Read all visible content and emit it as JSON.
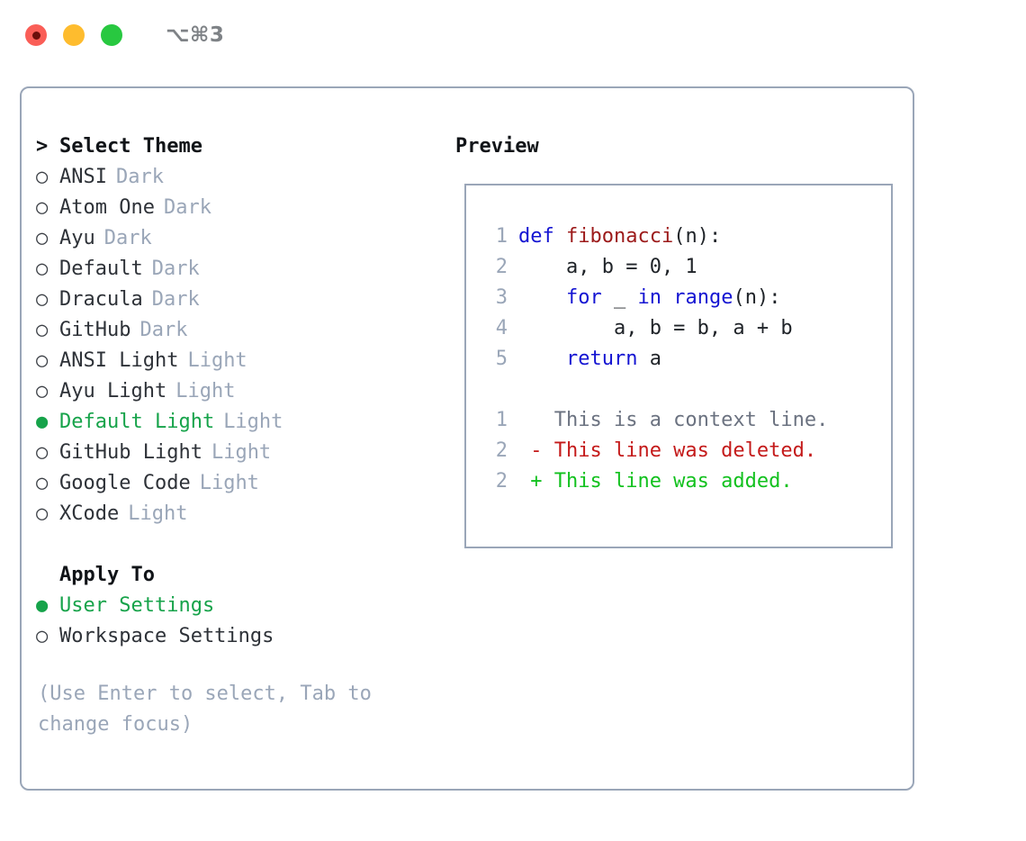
{
  "window": {
    "title": "⌥⌘3",
    "lights": [
      "close",
      "minimize",
      "zoom"
    ]
  },
  "left": {
    "heading": {
      "marker": ">",
      "label": "Select Theme"
    },
    "themes": [
      {
        "marker": "○",
        "label": "ANSI",
        "badge": "Dark",
        "selected": false
      },
      {
        "marker": "○",
        "label": "Atom One",
        "badge": "Dark",
        "selected": false
      },
      {
        "marker": "○",
        "label": "Ayu",
        "badge": "Dark",
        "selected": false
      },
      {
        "marker": "○",
        "label": "Default",
        "badge": "Dark",
        "selected": false
      },
      {
        "marker": "○",
        "label": "Dracula",
        "badge": "Dark",
        "selected": false
      },
      {
        "marker": "○",
        "label": "GitHub",
        "badge": "Dark",
        "selected": false
      },
      {
        "marker": "○",
        "label": "ANSI Light",
        "badge": "Light",
        "selected": false
      },
      {
        "marker": "○",
        "label": "Ayu Light",
        "badge": "Light",
        "selected": false
      },
      {
        "marker": "●",
        "label": "Default Light",
        "badge": "Light",
        "selected": true
      },
      {
        "marker": "○",
        "label": "GitHub Light",
        "badge": "Light",
        "selected": false
      },
      {
        "marker": "○",
        "label": "Google Code",
        "badge": "Light",
        "selected": false
      },
      {
        "marker": "○",
        "label": "XCode",
        "badge": "Light",
        "selected": false
      }
    ],
    "apply_to": {
      "heading": "Apply To",
      "options": [
        {
          "marker": "●",
          "label": "User Settings",
          "selected": true
        },
        {
          "marker": "○",
          "label": "Workspace Settings",
          "selected": false
        }
      ]
    },
    "hint": "(Use Enter to select, Tab to change focus)"
  },
  "preview": {
    "title": "Preview",
    "code_lines": [
      {
        "num": "1",
        "tokens": [
          {
            "t": "def ",
            "c": "kw"
          },
          {
            "t": "fibonacci",
            "c": "fn"
          },
          {
            "t": "(n):",
            "c": "plain"
          }
        ]
      },
      {
        "num": "2",
        "tokens": [
          {
            "t": "    a, b = 0, 1",
            "c": "plain"
          }
        ]
      },
      {
        "num": "3",
        "tokens": [
          {
            "t": "    ",
            "c": "plain"
          },
          {
            "t": "for",
            "c": "kw"
          },
          {
            "t": " _ ",
            "c": "plain"
          },
          {
            "t": "in",
            "c": "kw"
          },
          {
            "t": " ",
            "c": "plain"
          },
          {
            "t": "range",
            "c": "kw"
          },
          {
            "t": "(n):",
            "c": "plain"
          }
        ]
      },
      {
        "num": "4",
        "tokens": [
          {
            "t": "        a, b = b, a + b",
            "c": "plain"
          }
        ]
      },
      {
        "num": "5",
        "tokens": [
          {
            "t": "    ",
            "c": "plain"
          },
          {
            "t": "return",
            "c": "kw"
          },
          {
            "t": " a",
            "c": "plain"
          }
        ]
      }
    ],
    "diff_lines": [
      {
        "num": "1",
        "text": "   This is a context line.",
        "kind": "ctx"
      },
      {
        "num": "2",
        "text": " - This line was deleted.",
        "kind": "del"
      },
      {
        "num": "2",
        "text": " + This line was added.",
        "kind": "add"
      }
    ]
  },
  "colors": {
    "accent_green": "#16a34a",
    "muted": "#9aa6b8",
    "border": "#9aa6b8",
    "keyword_blue": "#1414d2",
    "function_red": "#9c1a1a",
    "diff_delete": "#c41a1a",
    "diff_add": "#12c11e",
    "light_red": "#fa5e57",
    "light_yellow": "#febc2e",
    "light_green": "#28c840"
  }
}
